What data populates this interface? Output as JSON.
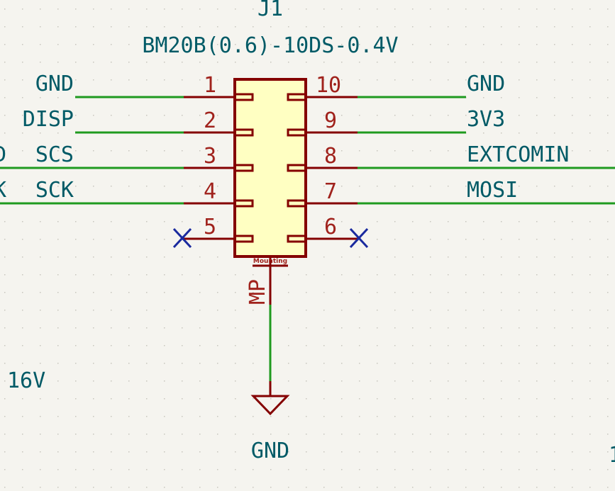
{
  "component": {
    "reference": "J1",
    "value": "BM20B(0.6)-10DS-0.4V",
    "mounting_label": "Mounting",
    "mp_label": "MP"
  },
  "pins_left": [
    {
      "number": "1",
      "net": "GND"
    },
    {
      "number": "2",
      "net": "DISP"
    },
    {
      "number": "3",
      "net": "SCS",
      "extra": "D"
    },
    {
      "number": "4",
      "net": "SCK",
      "extra": "K"
    },
    {
      "number": "5",
      "net": ""
    }
  ],
  "pins_right": [
    {
      "number": "10",
      "net": "GND"
    },
    {
      "number": "9",
      "net": "3V3"
    },
    {
      "number": "8",
      "net": "EXTCOMIN"
    },
    {
      "number": "7",
      "net": "MOSI"
    },
    {
      "number": "6",
      "net": ""
    }
  ],
  "ground_symbol": {
    "label": "GND"
  },
  "misc_labels": {
    "left_partial": "16V",
    "right_partial": "1"
  },
  "colors": {
    "background": "#f5f4ef",
    "grid_dot": "#c8c6be",
    "component_body": "#840000",
    "component_fill": "#ffffc2",
    "pin_text": "#a0221c",
    "wire": "#1f9a1f",
    "net_label": "#005a66",
    "no_connect": "#1a2a9e"
  }
}
